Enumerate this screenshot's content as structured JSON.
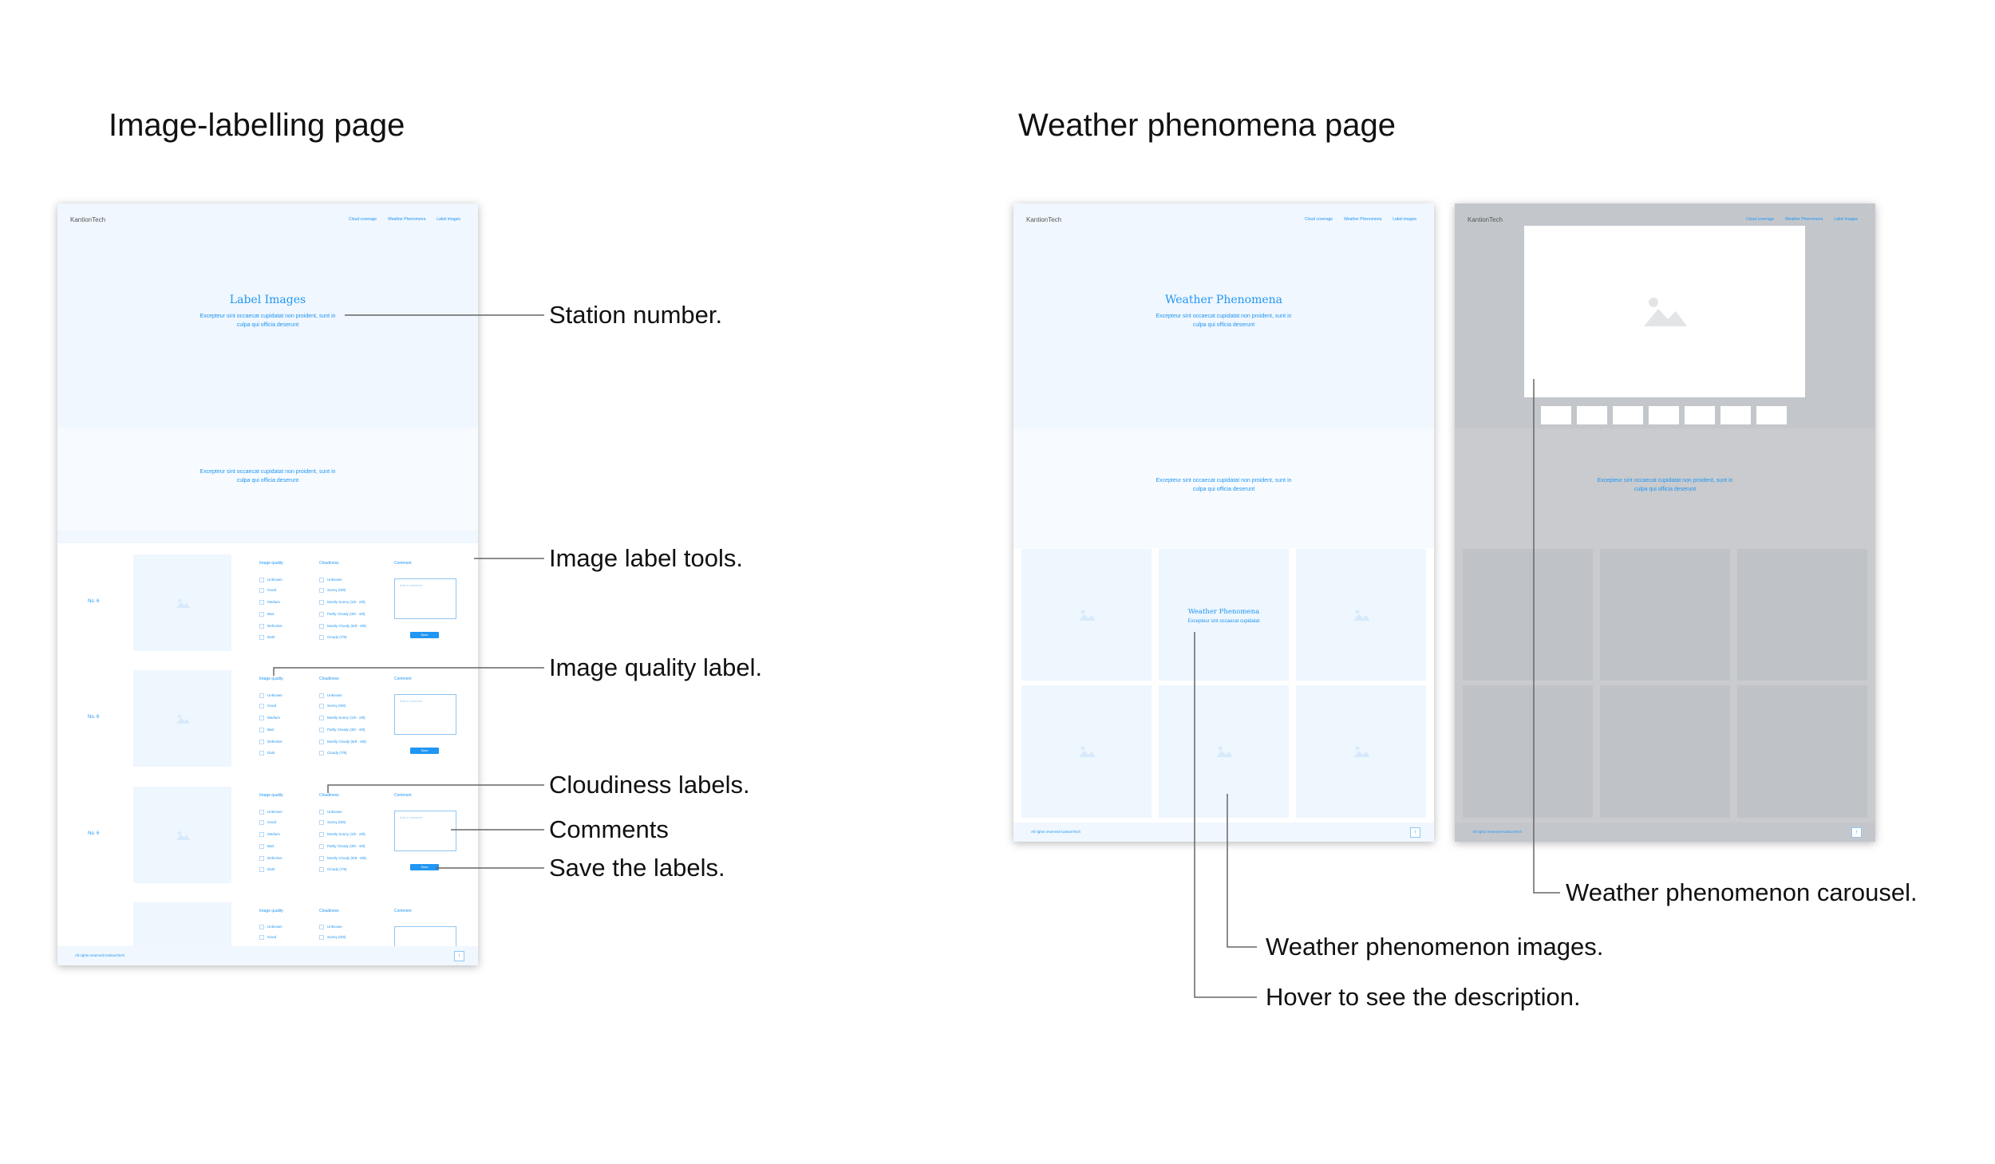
{
  "titles": {
    "left": "Image-labelling page",
    "right": "Weather phenomena page"
  },
  "brand": "KantionTech",
  "nav": [
    "Cloud coverage",
    "Weather Phenomena",
    "Label images"
  ],
  "labelling_page": {
    "hero_title": "Label Images",
    "hero_sub_1": "Excepteur sint occaecat cupidatat non proident, sunt in",
    "hero_sub_2": "culpa qui officia deserunt",
    "mid_1": "Excepteur sint occaecat cupidatat non proident, sunt in",
    "mid_2": "culpa qui officia deserunt",
    "col_quality": "Image quality",
    "col_cloudiness": "Cloudiness",
    "col_comment": "Comment",
    "quality_options": [
      "Unknown",
      "Good",
      "Medium",
      "Bad",
      "Defective",
      "Dark"
    ],
    "cloudiness_options": [
      "Unknown",
      "Sunny (0/8)",
      "Mostly Sunny (1/8 - 2/8)",
      "Partly Cloudy (3/8 - 4/8)",
      "Mostly Cloudy (5/8 - 6/8)",
      "Cloudy (7/8)"
    ],
    "comment_placeholder": "Add a comment",
    "save_label": "Save",
    "row_labels": [
      "No. 6",
      "No. 6",
      "No. 6"
    ],
    "footer_text": "All rights reserved KantionTech"
  },
  "weather_page": {
    "hero_title": "Weather Phenomena",
    "hero_sub_1": "Excepteur sint occaecat cupidatat non proident, sunt in",
    "hero_sub_2": "culpa qui officia deserunt",
    "mid_1": "Excepteur sint occaecat cupidatat non proident, sunt in",
    "mid_2": "culpa qui officia deserunt",
    "tile_title": "Weather Phenomena",
    "tile_desc": "Excepteur sint occaecat cupidatat",
    "footer_text": "All rights reserved KantionTech"
  },
  "callouts": {
    "station": "Station number.",
    "tools": "Image label tools.",
    "quality": "Image quality label.",
    "cloudiness": "Cloudiness labels.",
    "comments": "Comments",
    "save": "Save the labels.",
    "carousel": "Weather phenomenon carousel.",
    "images": "Weather phenomenon images.",
    "hover": "Hover to see the description."
  },
  "colors": {
    "accent": "#2196f3",
    "hero_bg": "#f0f7fe",
    "dim_overlay": "#c9cbce"
  }
}
